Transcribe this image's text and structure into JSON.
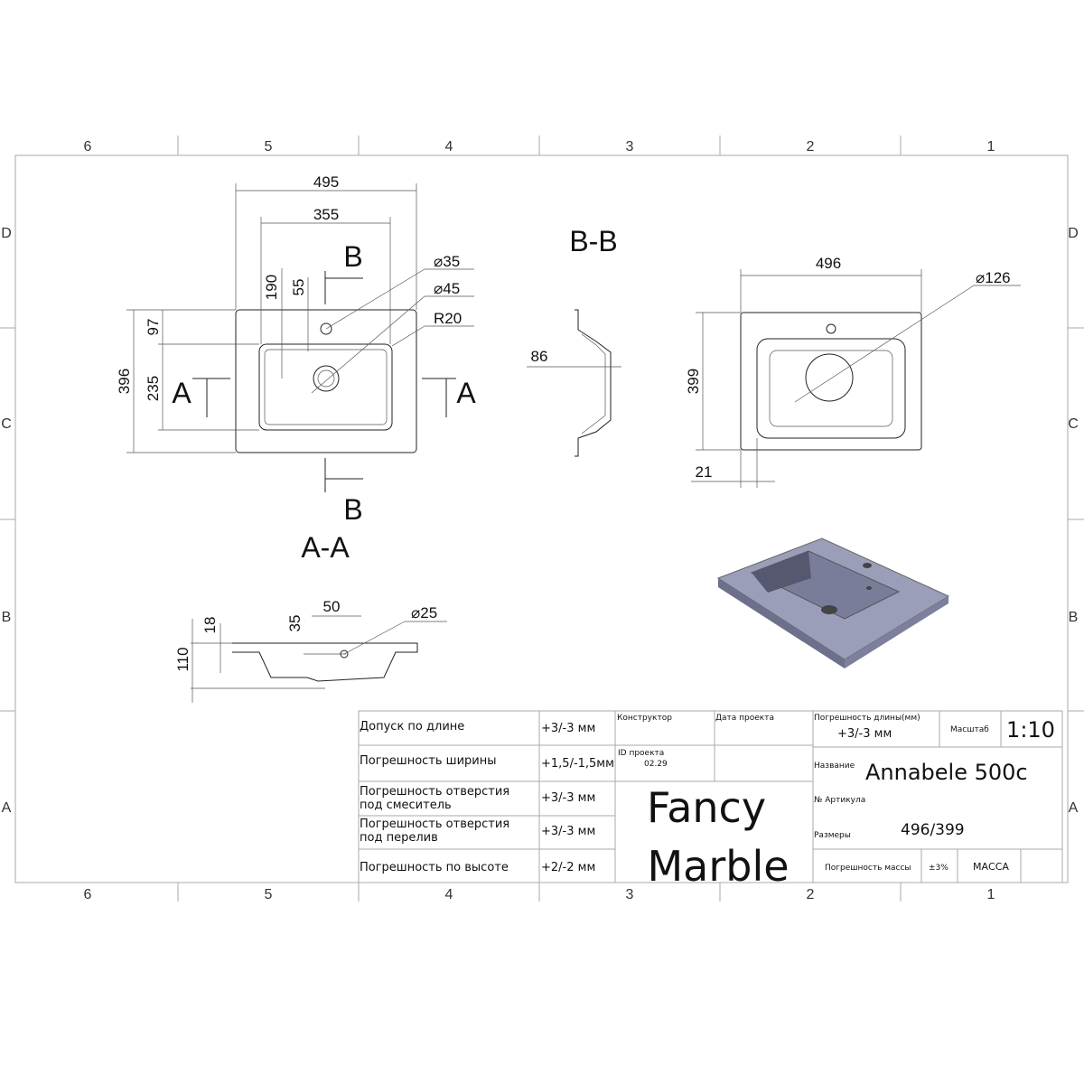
{
  "zones": {
    "columns": [
      "6",
      "5",
      "4",
      "3",
      "2",
      "1"
    ],
    "rows": [
      "D",
      "C",
      "B",
      "A"
    ]
  },
  "views": {
    "top": {
      "width_total": "495",
      "width_bowl": "355",
      "depth_total": "396",
      "bowl_depth": "235",
      "tap_offset": "97",
      "drain_offset": "190",
      "tap_from_bowl": "55",
      "tap_hole": "⌀35",
      "drain_hole": "⌀45",
      "radius": "R20",
      "section_a": "A",
      "section_b": "B"
    },
    "section_bb": {
      "title": "B-B",
      "depth": "86"
    },
    "section_aa": {
      "title": "A-A",
      "height": "110",
      "rim": "18",
      "offset": "35",
      "width": "50",
      "overflow": "⌀25"
    },
    "outline": {
      "width": "496",
      "depth": "399",
      "drain": "⌀126",
      "edge": "21"
    }
  },
  "title_block": {
    "rows": [
      {
        "label": "Допуск по длине",
        "value": "+3/-3 мм"
      },
      {
        "label": "Погрешность ширины",
        "value": "+1,5/-1,5мм"
      },
      {
        "label": "Погрешность отверстия",
        "label2": "под смеситель",
        "value": "+3/-3 мм"
      },
      {
        "label": "Погрешность отверстия",
        "label2": "под перелив",
        "value": "+3/-3 мм"
      },
      {
        "label": "Погрешность по высоте",
        "value": "+2/-2 мм"
      }
    ],
    "designer_label": "Конструктор",
    "date_label": "Дата проекта",
    "project_id_label": "ID проекта",
    "project_id": "02.29",
    "logo_line1": "Fancy",
    "logo_line2": "Marble",
    "length_tol_label": "Погрешность длины(мм)",
    "length_tol": "+3/-3 мм",
    "scale_label": "Масштаб",
    "scale": "1:10",
    "name_label": "Название",
    "name": "Annabele 500c",
    "article_label": "№ Артикула",
    "size_label": "Размеры",
    "size": "496/399",
    "mass_tol_label": "Погрешность массы",
    "mass_tol": "±3%",
    "mass_label": "МАССА"
  },
  "colors": {
    "render": "#7a7d9a",
    "render_top": "#9b9eb8"
  }
}
